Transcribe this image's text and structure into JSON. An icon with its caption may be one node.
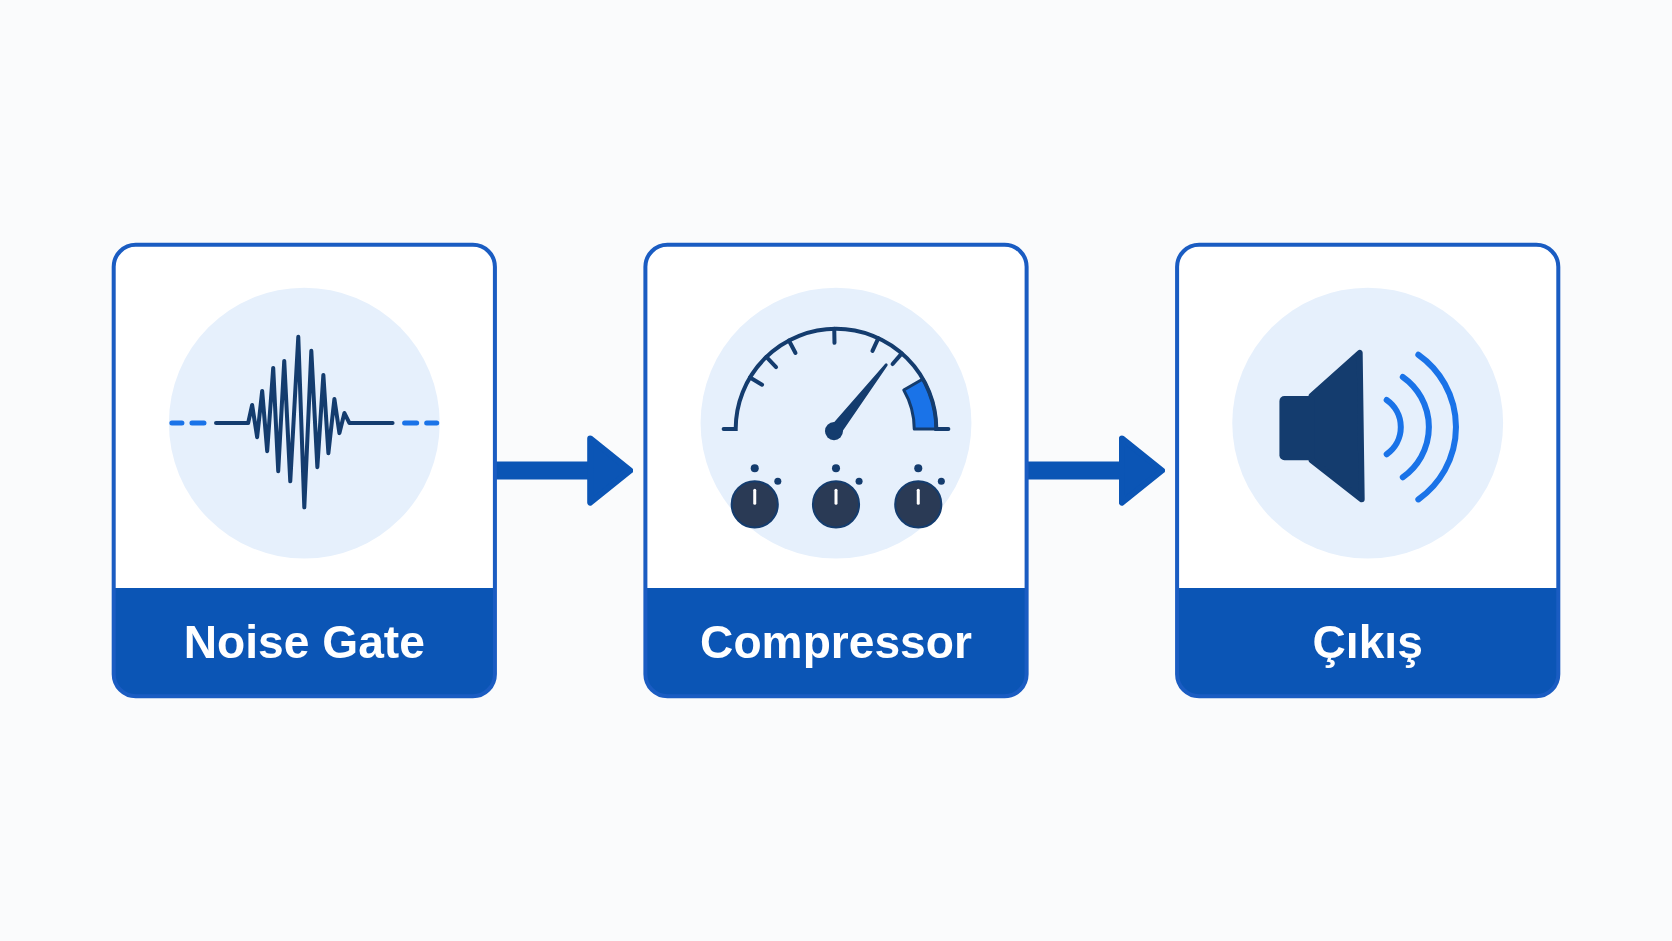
{
  "diagram": {
    "nodes": [
      {
        "text": [
          "Noise Gate"
        ]
      },
      {
        "text": [
          "Compressor"
        ]
      },
      {
        "text": [
          "Çıkış"
        ]
      }
    ],
    "edges": [
      {
        "from": 0,
        "to": 1,
        "arrow": "to"
      },
      {
        "from": 1,
        "to": 2,
        "arrow": "to"
      }
    ]
  }
}
